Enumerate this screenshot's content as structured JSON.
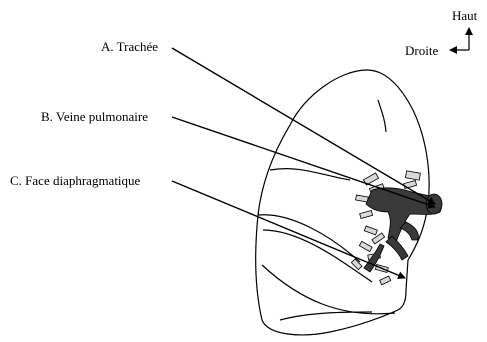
{
  "labels": {
    "a": "A. Trachée",
    "b": "B. Veine pulmonaire",
    "c": "C. Face diaphragmatique"
  },
  "orientation": {
    "up": "Haut",
    "right": "Droite"
  },
  "colors": {
    "ink": "#000000",
    "paper": "#ffffff",
    "hilum_dark": "#3a3a3a",
    "hilum_light": "#d9d9d9"
  }
}
